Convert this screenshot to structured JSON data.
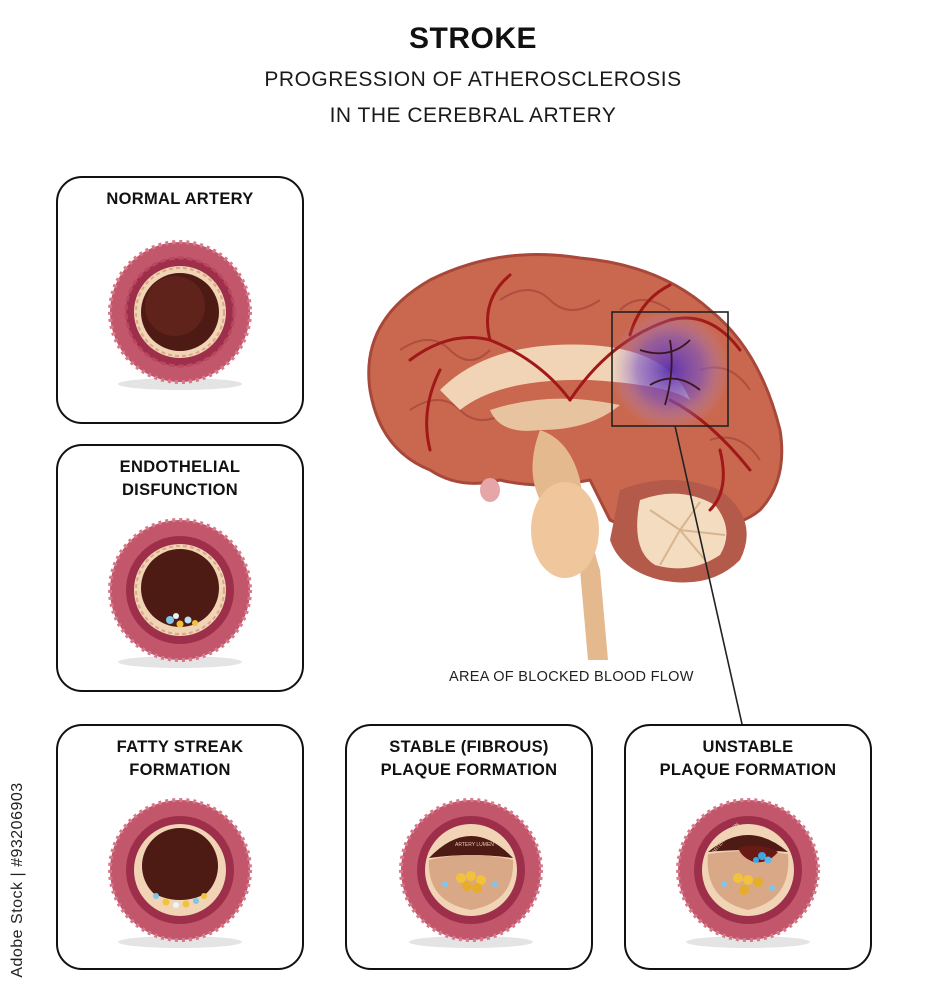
{
  "header": {
    "title": "STROKE",
    "subtitle_line1": "PROGRESSION OF ATHEROSCLEROSIS",
    "subtitle_line2": "IN THE CEREBRAL ARTERY"
  },
  "panels": [
    {
      "label_line1": "NORMAL ARTERY",
      "label_line2": ""
    },
    {
      "label_line1": "ENDOTHELIAL",
      "label_line2": "DISFUNCTION"
    },
    {
      "label_line1": "FATTY STREAK",
      "label_line2": "FORMATION"
    },
    {
      "label_line1": "STABLE (FIBROUS)",
      "label_line2": "PLAQUE FORMATION",
      "inner_label": "ARTERY LUMEN"
    },
    {
      "label_line1": "UNSTABLE",
      "label_line2": "PLAQUE FORMATION",
      "inner_label": "ARTERY LUMEN"
    }
  ],
  "brain": {
    "caption": "AREA OF BLOCKED BLOOD FLOW"
  },
  "watermark": {
    "stock_id": "Adobe Stock | #93206903"
  },
  "colors": {
    "artery_outer": "#c2566b",
    "artery_media": "#9d2f4a",
    "artery_intima": "#f1d4b5",
    "lumen": "#4e1a14",
    "brain_cortex": "#c9684f",
    "vessel": "#a01818",
    "blocked_area": "#6a3fb8"
  }
}
